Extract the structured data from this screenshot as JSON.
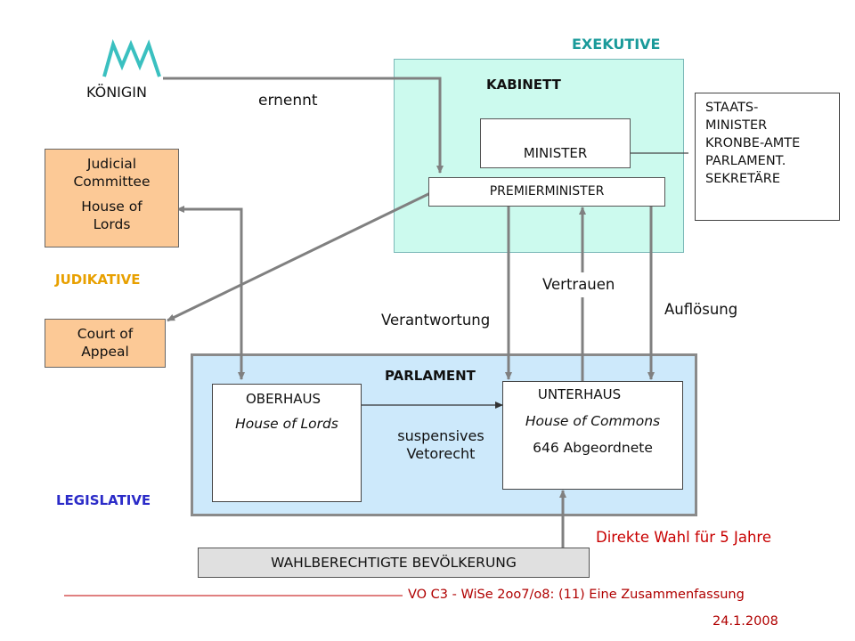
{
  "colors": {
    "exekutive": "#1a9a9a",
    "judikative": "#e8a000",
    "legislative": "#2b2bc8",
    "kabinett_fill": "#ccfaee",
    "parlament_fill": "#cde9fb",
    "judicial_fill": "#fcc996",
    "wahl_fill": "#e0e0e0",
    "direkte_wahl": "#c80000",
    "footer": "#b00000",
    "arrow": "#808080"
  },
  "koenigin": {
    "label": "KÖNIGIN",
    "icon": "crown-icon"
  },
  "ernennt": "ernennt",
  "exekutive": "EXEKUTIVE",
  "kabinett": {
    "title": "KABINETT",
    "minister": "MINISTER",
    "premierminister": "PREMIERMINISTER"
  },
  "staats_box": {
    "lines": [
      "STAATS-",
      "MINISTER",
      "KRONBE-AMTE",
      "PARLAMENT.",
      "SEKRETÄRE"
    ]
  },
  "judicial_committee": {
    "line1": "Judicial",
    "line2": "Committee",
    "line3": "House of",
    "line4": "Lords"
  },
  "judikative": "JUDIKATIVE",
  "court_of_appeal": {
    "line1": "Court of",
    "line2": "Appeal"
  },
  "vertrauen": "Vertrauen",
  "aufloesung": "Auflösung",
  "verantwortung": "Verantwortung",
  "parlament": {
    "title": "PARLAMENT",
    "oberhaus": {
      "title": "OBERHAUS",
      "subtitle": "House of Lords"
    },
    "unterhaus": {
      "title": "UNTERHAUS",
      "subtitle": "House of Commons",
      "count": "646 Abgeordnete"
    },
    "veto_line1": "suspensives",
    "veto_line2": "Vetorecht"
  },
  "legislative": "LEGISLATIVE",
  "direkte_wahl": "Direkte Wahl für 5 Jahre",
  "wahlberechtigte": "WAHLBERECHTIGTE BEVÖLKERUNG",
  "footer": {
    "course": "VO C3 - WiSe 2oo7/o8: (11) Eine Zusammenfassung",
    "date": "24.1.2008"
  }
}
